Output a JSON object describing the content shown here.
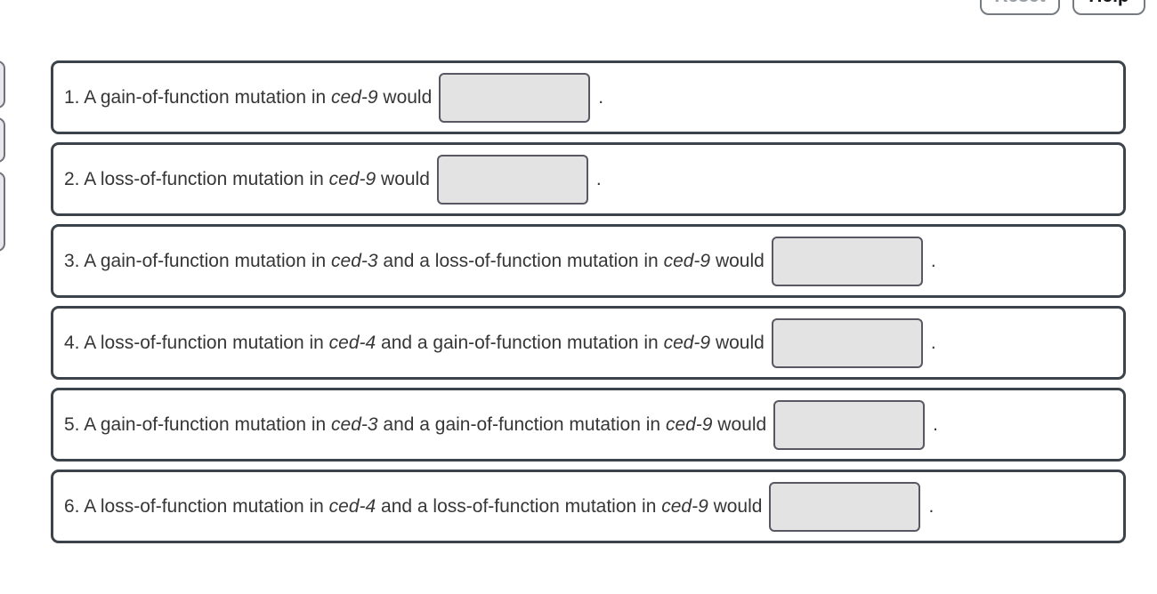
{
  "toolbar": {
    "reset_label": "Reset",
    "help_label": "Help"
  },
  "palette": {
    "visible_chip_count": 3
  },
  "blank_suffix": ".",
  "questions": [
    {
      "segments": [
        {
          "t": "1. A gain-of-function mutation in "
        },
        {
          "t": "ced-9",
          "i": true
        },
        {
          "t": " would"
        }
      ]
    },
    {
      "segments": [
        {
          "t": "2. A loss-of-function mutation in "
        },
        {
          "t": "ced-9",
          "i": true
        },
        {
          "t": " would"
        }
      ]
    },
    {
      "segments": [
        {
          "t": "3. A gain-of-function mutation in "
        },
        {
          "t": "ced-3",
          "i": true
        },
        {
          "t": " and a loss-of-function mutation in "
        },
        {
          "t": "ced-9",
          "i": true
        },
        {
          "t": " would"
        }
      ]
    },
    {
      "segments": [
        {
          "t": "4. A loss-of-function mutation in "
        },
        {
          "t": "ced-4",
          "i": true
        },
        {
          "t": " and a gain-of-function mutation in "
        },
        {
          "t": "ced-9",
          "i": true
        },
        {
          "t": " would"
        }
      ]
    },
    {
      "segments": [
        {
          "t": "5. A gain-of-function mutation in "
        },
        {
          "t": "ced-3",
          "i": true
        },
        {
          "t": " and a gain-of-function mutation in "
        },
        {
          "t": "ced-9",
          "i": true
        },
        {
          "t": " would"
        }
      ]
    },
    {
      "segments": [
        {
          "t": "6. A loss-of-function mutation in "
        },
        {
          "t": "ced-4",
          "i": true
        },
        {
          "t": " and a loss-of-function mutation in "
        },
        {
          "t": "ced-9",
          "i": true
        },
        {
          "t": " would"
        }
      ]
    }
  ],
  "colors": {
    "panel_border": "#3c434a",
    "blank_fill": "#e3e3e3",
    "blank_border": "#585863",
    "chip_fill": "#e8e8ec",
    "chip_border": "#71717c",
    "button_border": "#757b80",
    "reset_text": "#9aa0a5",
    "help_text": "#16191b",
    "text": "#363636"
  }
}
